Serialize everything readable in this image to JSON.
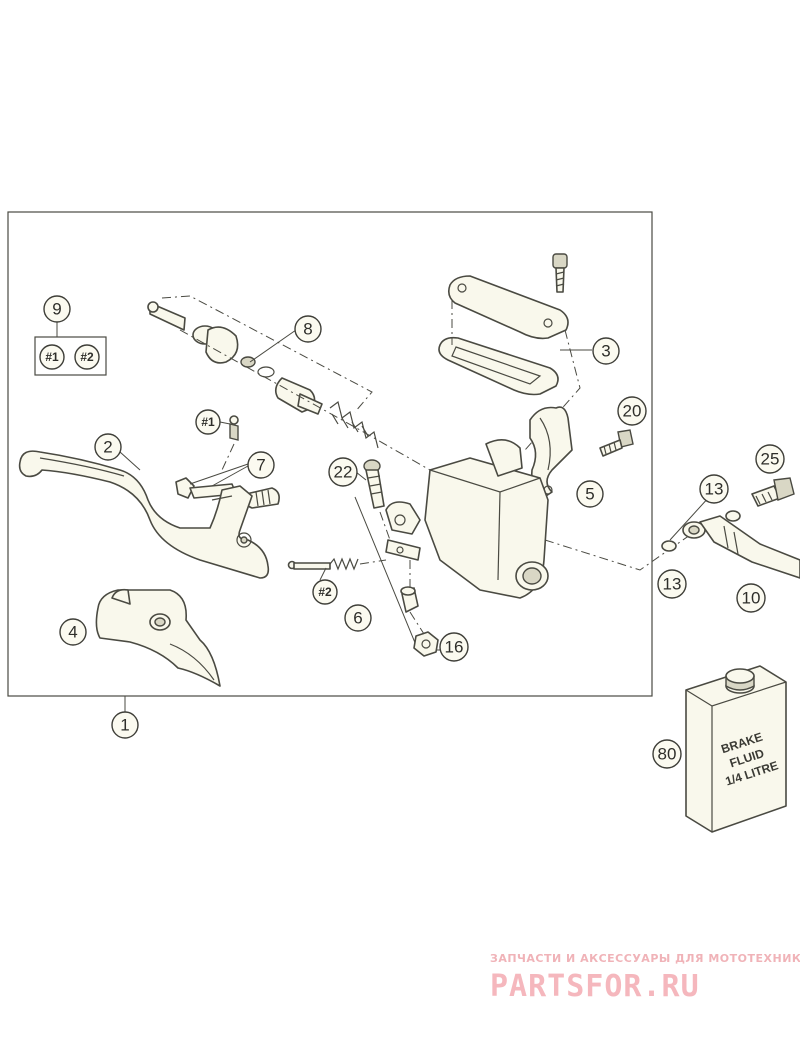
{
  "diagram": {
    "callouts": {
      "c1": "1",
      "c2": "2",
      "c3": "3",
      "c4": "4",
      "c5": "5",
      "c6": "6",
      "c7": "7",
      "c8": "8",
      "c9": "9",
      "c10": "10",
      "c13a": "13",
      "c13b": "13",
      "c16": "16",
      "c20": "20",
      "c22": "22",
      "c25": "25",
      "c80": "80",
      "h1a": "#1",
      "h2a": "#2",
      "h1b": "#1",
      "h2b": "#2"
    },
    "bottle_label": [
      "BRAKE",
      "FLUID",
      "1/4 LITRE"
    ]
  },
  "watermark": {
    "tagline": "ЗАПЧАСТИ И АКСЕССУАРЫ ДЛЯ МОТОТЕХНИКИ",
    "logo": "PARTSFOR.RU",
    "colors": {
      "watermark": "#f5b7bd"
    }
  }
}
